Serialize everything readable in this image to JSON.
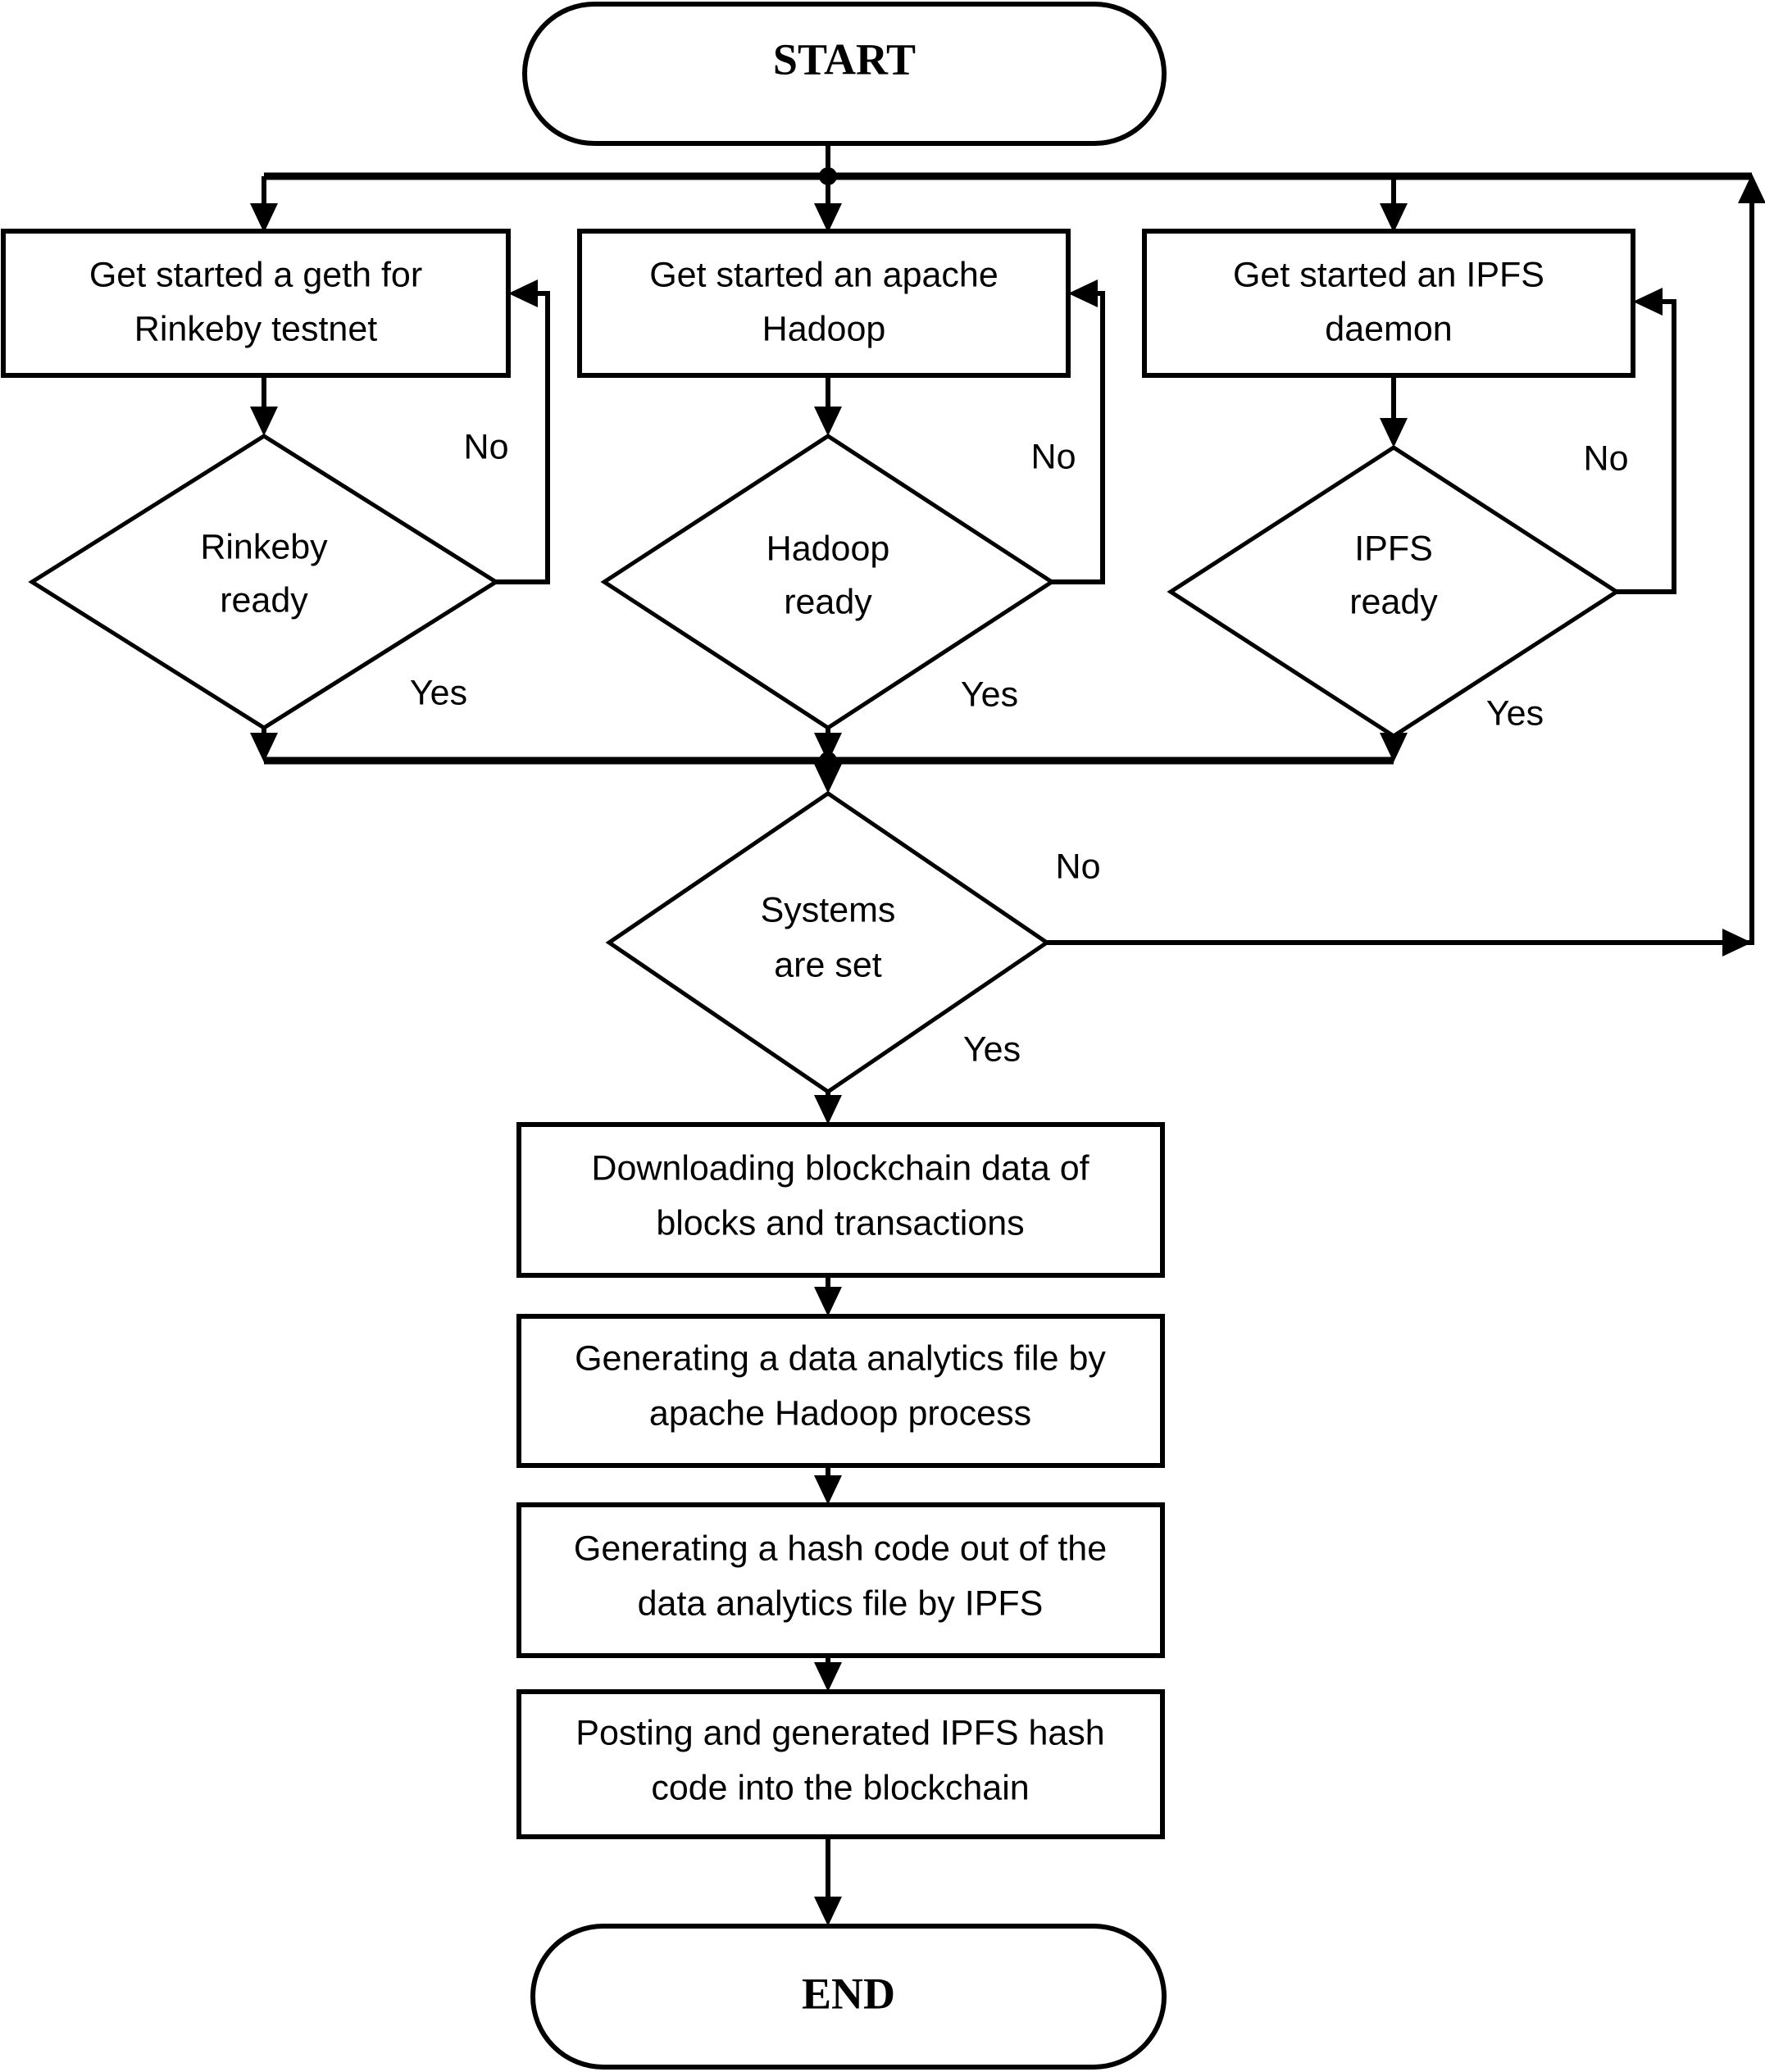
{
  "chart_data": {
    "type": "diagram",
    "diagram_kind": "flowchart",
    "title": "Blockchain data analytics pipeline flowchart",
    "orientation": "top-to-bottom",
    "nodes": [
      {
        "id": "start",
        "shape": "terminator",
        "label": "START"
      },
      {
        "id": "geth",
        "shape": "process",
        "line1": "Get started a geth for",
        "line2": "Rinkeby testnet"
      },
      {
        "id": "hadoop",
        "shape": "process",
        "line1": "Get started an apache",
        "line2": "Hadoop"
      },
      {
        "id": "ipfs",
        "shape": "process",
        "line1": "Get started an IPFS",
        "line2": "daemon"
      },
      {
        "id": "rinkeby_ready",
        "shape": "decision",
        "line1": "Rinkeby",
        "line2": "ready"
      },
      {
        "id": "hadoop_ready",
        "shape": "decision",
        "line1": "Hadoop",
        "line2": "ready"
      },
      {
        "id": "ipfs_ready",
        "shape": "decision",
        "line1": "IPFS",
        "line2": "ready"
      },
      {
        "id": "systems_set",
        "shape": "decision",
        "line1": "Systems",
        "line2": "are set"
      },
      {
        "id": "download",
        "shape": "process",
        "line1": "Downloading blockchain data of",
        "line2": "blocks and transactions"
      },
      {
        "id": "analytics",
        "shape": "process",
        "line1": "Generating a data analytics file by",
        "line2": "apache Hadoop process"
      },
      {
        "id": "hashcode",
        "shape": "process",
        "line1": "Generating a hash code out of the",
        "line2": "data analytics file by IPFS"
      },
      {
        "id": "posting",
        "shape": "process",
        "line1": "Posting and generated IPFS hash",
        "line2": "code into the blockchain"
      },
      {
        "id": "end",
        "shape": "terminator",
        "label": "END"
      }
    ],
    "edge_labels": {
      "rinkeby_no": "No",
      "rinkeby_yes": "Yes",
      "hadoop_no": "No",
      "hadoop_yes": "Yes",
      "ipfs_no": "No",
      "ipfs_yes": "Yes",
      "systems_no": "No",
      "systems_yes": "Yes"
    },
    "edges": [
      {
        "from": "start",
        "to": "geth",
        "label": ""
      },
      {
        "from": "start",
        "to": "hadoop",
        "label": ""
      },
      {
        "from": "start",
        "to": "ipfs",
        "label": ""
      },
      {
        "from": "geth",
        "to": "rinkeby_ready",
        "label": ""
      },
      {
        "from": "hadoop",
        "to": "hadoop_ready",
        "label": ""
      },
      {
        "from": "ipfs",
        "to": "ipfs_ready",
        "label": ""
      },
      {
        "from": "rinkeby_ready",
        "to": "geth",
        "label": "No"
      },
      {
        "from": "hadoop_ready",
        "to": "hadoop",
        "label": "No"
      },
      {
        "from": "ipfs_ready",
        "to": "ipfs",
        "label": "No"
      },
      {
        "from": "rinkeby_ready",
        "to": "systems_set",
        "label": "Yes"
      },
      {
        "from": "hadoop_ready",
        "to": "systems_set",
        "label": "Yes"
      },
      {
        "from": "ipfs_ready",
        "to": "systems_set",
        "label": "Yes"
      },
      {
        "from": "systems_set",
        "to": "start_branch_bar",
        "label": "No"
      },
      {
        "from": "systems_set",
        "to": "download",
        "label": "Yes"
      },
      {
        "from": "download",
        "to": "analytics",
        "label": ""
      },
      {
        "from": "analytics",
        "to": "hashcode",
        "label": ""
      },
      {
        "from": "hashcode",
        "to": "posting",
        "label": ""
      },
      {
        "from": "posting",
        "to": "end",
        "label": ""
      }
    ],
    "colors": {
      "stroke": "#000000",
      "fill": "#ffffff",
      "background": "#ffffff"
    }
  }
}
